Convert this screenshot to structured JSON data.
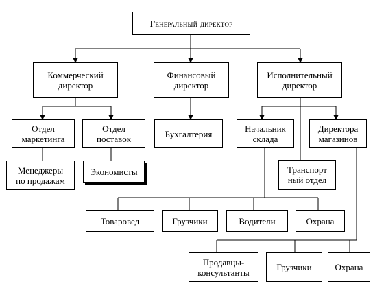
{
  "nodes": {
    "general": "Генеральный директор",
    "commercial": "Коммерческий\nдиректор",
    "financial": "Финансовый\nдиректор",
    "executive": "Исполнительный\nдиректор",
    "marketing": "Отдел\nмаркетинга",
    "supply": "Отдел\nпоставок",
    "accounting": "Бухгалтерия",
    "warehouse_head": "Начальник\nсклада",
    "store_director": "Директора\nмагазинов",
    "sales_managers": "Менеджеры\nпо продажам",
    "economists": "Экономисты",
    "transport": "Транспорт\nный отдел",
    "merchandiser": "Товаровед",
    "loaders_warehouse": "Грузчики",
    "drivers": "Водители",
    "security_warehouse": "Охрана",
    "sales_consultants": "Продавцы-\nконсультанты",
    "loaders_store": "Грузчики",
    "security_store": "Охрана"
  }
}
